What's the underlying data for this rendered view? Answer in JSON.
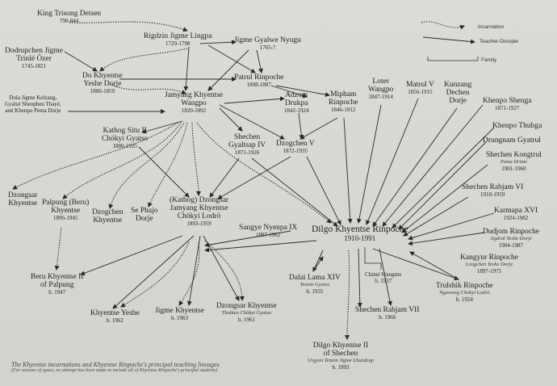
{
  "legend": {
    "incarnation": "Incarnation",
    "teacher_disciple": "Teacher-Disciple",
    "family": "Family"
  },
  "caption": {
    "title": "The Khyentse incarnations and Khyentse Rinpoche's principal teaching lineages",
    "note": "(For reasons of space, no attempt has been made to include all of Khyentse Rinpoche's principal students)"
  },
  "nodes": {
    "trisong": {
      "name": "King Trisong Detsen",
      "dates": "790-844"
    },
    "jigme_lingpa": {
      "name": "Rigdzin Jigme Lingpa",
      "dates": "1729-1798"
    },
    "gyalwe_nyugu": {
      "name": "Jigme Gyalwe Nyugu",
      "dates": "1765-?"
    },
    "dodrupchen": {
      "name": "Dodrupchen Jigme Trinlé Özer",
      "name_a": "Dodrupchen Jigme",
      "name_b": "Trinlé Özer",
      "dates": "1745-1821"
    },
    "do_khyentse": {
      "name_a": "Do Khyentse",
      "name_b": "Yeshe Dorje",
      "dates": "1800-1859"
    },
    "dola": {
      "line1": "Dola Jigme Kelzang,",
      "line2": "Gyalsé Shenphen Thayé,",
      "line3": "and Khenpo Pema Dorje"
    },
    "patrul": {
      "name": "Patrul Rinpoche",
      "dates": "1808-1887"
    },
    "jamyang_wangpo": {
      "name_a": "Jamyang Khyentse",
      "name_b": "Wangpo",
      "dates": "1820-1892"
    },
    "adzom": {
      "name_a": "Adzom",
      "name_b": "Drukpa",
      "dates": "1842-1924"
    },
    "mipham": {
      "name_a": "Mipham",
      "name_b": "Rinpoche",
      "dates": "1846-1912"
    },
    "loter": {
      "name_a": "Loter",
      "name_b": "Wangpo",
      "dates": "1847-1914"
    },
    "matrul": {
      "name": "Matrul V",
      "dates": "1856-1915"
    },
    "kunzang": {
      "name_a": "Kunzang",
      "name_b": "Dechen",
      "name_c": "Dorje"
    },
    "shenga": {
      "name": "Khenpo Shenga",
      "dates": "1871-1927"
    },
    "thubga": {
      "name": "Khenpo Thubga"
    },
    "drungnam": {
      "name": "Drungnam Gyatrul"
    },
    "kongtrul": {
      "name": "Shechen Kongtrul",
      "sub": "Pema Drimé",
      "dates": "1901-1960"
    },
    "rabjam_vi": {
      "name": "Shechen Rabjam VI",
      "dates": "1910-1959"
    },
    "karmapa": {
      "name": "Karmapa XVI",
      "dates": "1924-1982"
    },
    "dudjom": {
      "name": "Dudjom Rinpoche",
      "sub": "Jigdral Yeshe Dorje",
      "dates": "1904-1987"
    },
    "kangyur": {
      "name": "Kangyur Rinpoche",
      "sub": "Longchen Yeshe Dorje",
      "dates": "1897-1975"
    },
    "trulshik": {
      "name": "Trulshik Rinpoche",
      "sub": "Ngawang Chökyi Lodrö",
      "dates": "b. 1924"
    },
    "rabjam_vii": {
      "name": "Shechen Rabjam VII",
      "dates": "b. 1966"
    },
    "chime": {
      "name": "Chimé Wangmo",
      "dates": "b. 1937"
    },
    "dalai": {
      "name": "Dalai Lama XIV",
      "sub": "Tenzin Gyatso",
      "dates": "b. 1935"
    },
    "sangye": {
      "name": "Sangye Nyenpa IX",
      "dates": "1897-1962"
    },
    "dilgo": {
      "name": "Dilgo Khyentse Rinpoche",
      "dates": "1910-1991"
    },
    "dilgo_ii": {
      "name_a": "Dilgo Khyentse II",
      "name_b": "of Shechen",
      "sub": "Urgyen Tenzin Jigme Lhundrup",
      "dates": "b. 1993"
    },
    "kathog_situ": {
      "name_a": "Kathog Situ II",
      "name_b": "Chökyi Gyatso",
      "dates": "1880-1925"
    },
    "gyaltsap": {
      "name_a": "Shechen",
      "name_b": "Gyaltsap IV",
      "dates": "1871-1926"
    },
    "dzogchen_v": {
      "name": "Dzogchen V",
      "dates": "1872-1935"
    },
    "dzongsar_kh": {
      "name_a": "Dzongsar",
      "name_b": "Khyentse"
    },
    "palpung": {
      "name_a": "Palpung (Beru)",
      "name_b": "Khyentse",
      "dates": "1896-1945"
    },
    "dzogchen_kh": {
      "name_a": "Dzogchen",
      "name_b": "Khyentse"
    },
    "sephajo": {
      "name_a": "Se Phajo",
      "name_b": "Dorje"
    },
    "lodro": {
      "name_a": "(Kathog) Dzongsar",
      "name_b": "Jamyang Khyentse",
      "name_c": "Chökyi Lodrö",
      "dates": "1893-1959"
    },
    "beru_ii": {
      "name_a": "Beru Khyentse II",
      "name_b": "of Palpung",
      "dates": "b. 1947"
    },
    "kh_yeshe": {
      "name": "Khyentse Yeshe",
      "dates": "b. 1962"
    },
    "jigme_kh": {
      "name": "Jigme Khyentse",
      "dates": "b. 1963"
    },
    "dzongsar_new": {
      "name": "Dzongsar Khyentse",
      "sub": "Thubten Chökyi Gyatso",
      "dates": "b. 1961"
    }
  }
}
